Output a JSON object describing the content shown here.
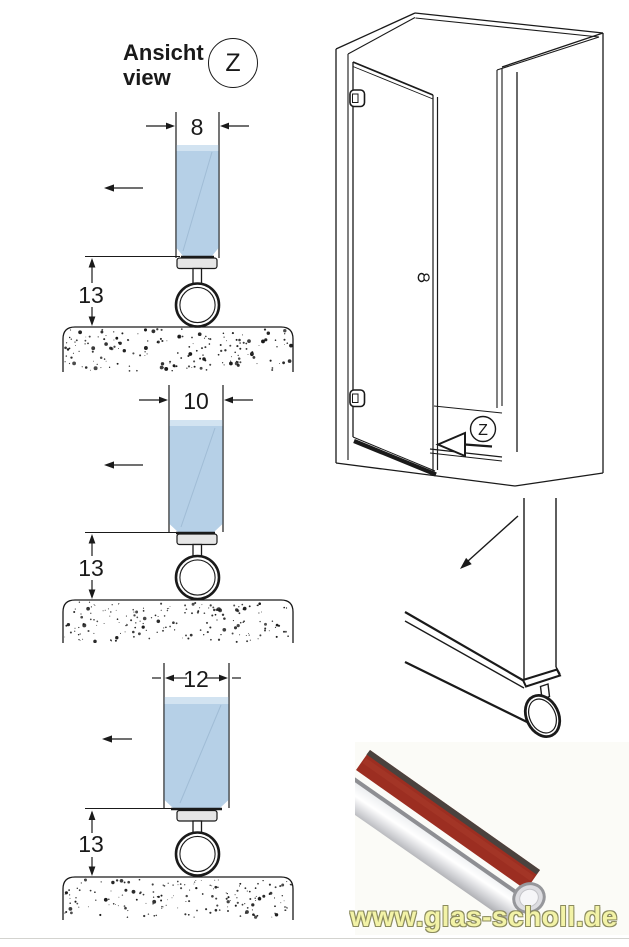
{
  "header": {
    "title_de": "Ansicht",
    "title_en": "view",
    "detail_marker": "Z"
  },
  "cross_sections": [
    {
      "glass_thickness_mm": "8",
      "floor_clearance_mm": "13"
    },
    {
      "glass_thickness_mm": "10",
      "floor_clearance_mm": "13"
    },
    {
      "glass_thickness_mm": "12",
      "floor_clearance_mm": "13"
    }
  ],
  "overview": {
    "detail_marker": "Z"
  },
  "watermark": {
    "text": "www.glas-scholl.de"
  },
  "colors": {
    "glass_fill": "#b6d0e7",
    "seal_red": "#9c2e21",
    "watermark_yellow": "#f3f3a7"
  }
}
